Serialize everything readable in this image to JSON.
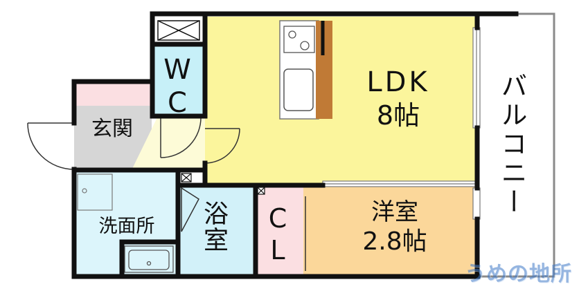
{
  "plan": {
    "rooms": {
      "ldk": {
        "name": "LDK",
        "size": "8帖"
      },
      "western": {
        "name": "洋室",
        "size": "2.8帖"
      },
      "wc": {
        "name": "WC"
      },
      "entrance": {
        "name": "玄関"
      },
      "washroom": {
        "name": "洗面所"
      },
      "bath": {
        "name": "浴室"
      },
      "closet": {
        "name": "CL"
      },
      "balcony": {
        "name": "バルコニー"
      }
    },
    "watermark": "うめの地所",
    "colors": {
      "ldk": "#fbf59c",
      "western": "#fbd79a",
      "wc": "#c7f0f8",
      "washroom": "#dcf5fb",
      "bath": "#d2f1f9",
      "closet": "#fbdfe2",
      "entrance": "#d6d6d6",
      "entrance_top": "#fbdfe2",
      "counter": "#c07a36",
      "wall": "#111111"
    },
    "icons": [
      "stove-icon",
      "kitchen-sink-icon",
      "washbasin-icon",
      "vent-icon"
    ]
  }
}
